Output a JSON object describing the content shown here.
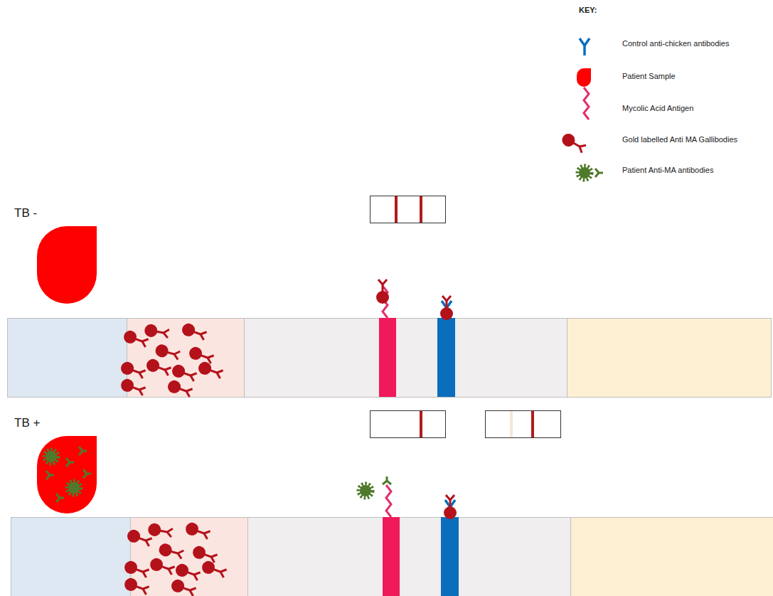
{
  "diagram": {
    "labels": [
      "KEY:",
      "TB -",
      "TB +"
    ],
    "legend": [
      {
        "text": "Control anti-chicken antibodies"
      },
      {
        "text": "Patient Sample"
      },
      {
        "text": "Mycolic Acid Antigen"
      },
      {
        "text": "Gold labelled Anti MA Gallibodies"
      },
      {
        "text": "Patient Anti-MA antibodies"
      }
    ]
  }
}
